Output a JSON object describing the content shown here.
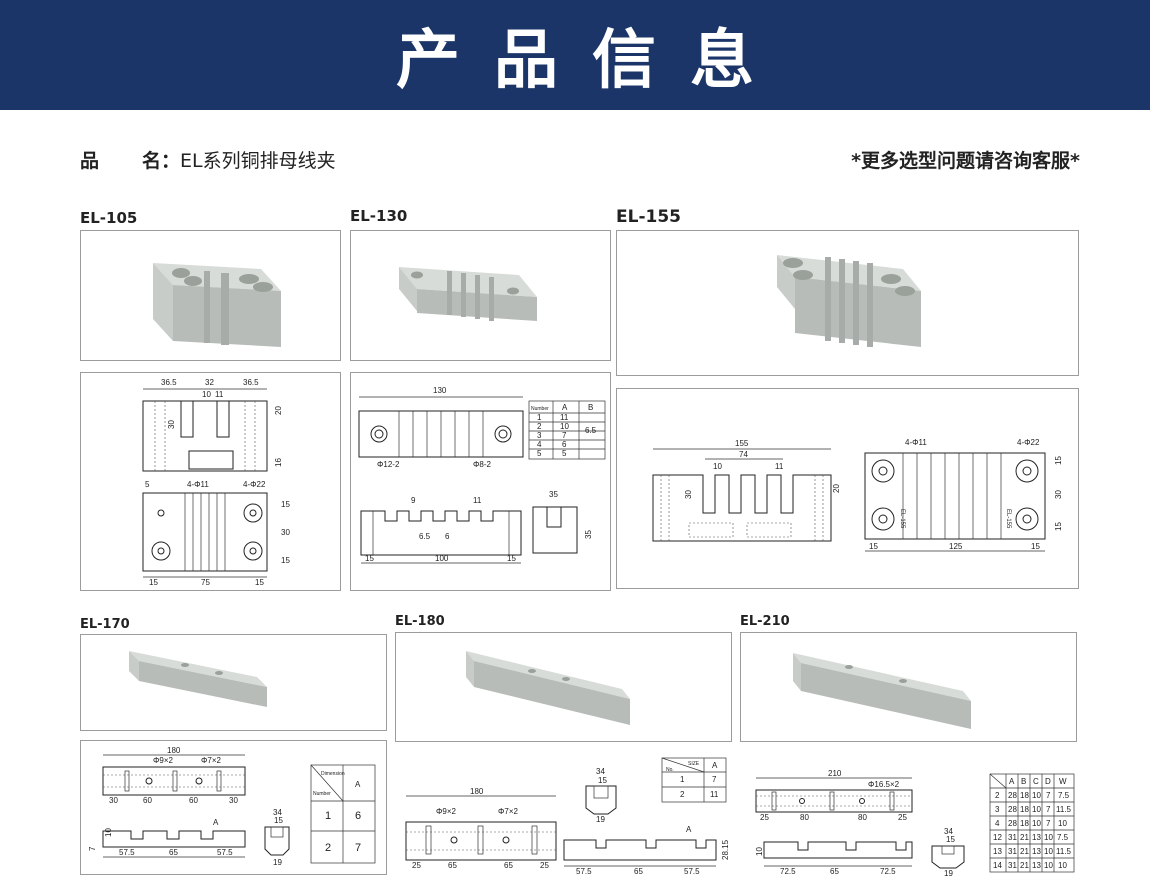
{
  "header": {
    "title": "产品信息"
  },
  "product": {
    "name_label_1": "品",
    "name_label_2": "名：",
    "name_value": "EL系列铜排母线夹",
    "note": "*更多选型问题请咨询客服*"
  },
  "models": {
    "m1": "EL-105",
    "m2": "EL-130",
    "m3": "EL-155",
    "m4": "EL-170",
    "m5": "EL-180",
    "m6": "EL-210"
  },
  "el105": {
    "d1": "36.5",
    "d2": "32",
    "d3": "36.5",
    "d4": "10",
    "d5": "11",
    "d6": "30",
    "d7": "20",
    "d8": "16",
    "d9": "5",
    "h1": "4-Φ11",
    "h2": "4-Φ22",
    "d10": "15",
    "d11": "15",
    "d12": "30",
    "d13": "15",
    "d14": "15",
    "d15": "75",
    "d16": "15"
  },
  "el130": {
    "d1": "130",
    "h1": "Φ12-2",
    "h2": "Φ8-2",
    "d2": "9",
    "d3": "11",
    "d4": "6.5",
    "d5": "6",
    "d6": "15",
    "d7": "100",
    "d8": "15",
    "d9": "35",
    "d10": "35",
    "table": {
      "h0": "Number",
      "h1": "A",
      "h2": "B",
      "rows": [
        [
          "1",
          "11",
          ""
        ],
        [
          "2",
          "10",
          "6.5"
        ],
        [
          "3",
          "7",
          ""
        ],
        [
          "4",
          "6",
          ""
        ],
        [
          "5",
          "5",
          ""
        ]
      ]
    }
  },
  "el155": {
    "d1": "155",
    "d2": "74",
    "d3": "10",
    "d4": "11",
    "d5": "30",
    "d6": "20",
    "h1": "4-Φ11",
    "h2": "4-Φ22",
    "t1": "EL-155",
    "t2": "EL-155",
    "d7": "15",
    "d8": "30",
    "d9": "15",
    "d10": "15",
    "d11": "125",
    "d12": "15"
  },
  "el170": {
    "d1": "180",
    "h1": "Φ9×2",
    "h2": "Φ7×2",
    "d2": "30",
    "d3": "60",
    "d4": "60",
    "d5": "30",
    "d6": "10",
    "d7": "7",
    "d8": "A",
    "d9": "57.5",
    "d10": "65",
    "d11": "57.5",
    "d12": "34",
    "d13": "15",
    "d14": "19",
    "table": {
      "h0": "Dimension",
      "h0b": "Number",
      "h1": "A",
      "rows": [
        [
          "1",
          "6"
        ],
        [
          "2",
          "7"
        ]
      ]
    }
  },
  "el180": {
    "d1": "180",
    "h1": "Φ9×2",
    "h2": "Φ7×2",
    "d2": "25",
    "d3": "65",
    "d4": "65",
    "d5": "25",
    "d6": "34",
    "d7": "15",
    "d8": "19",
    "d9": "A",
    "d10": "28.15",
    "d11": "57.5",
    "d12": "65",
    "d13": "57.5",
    "table": {
      "h0": "SIZE",
      "h0b": "No.",
      "h1": "A",
      "rows": [
        [
          "1",
          "7"
        ],
        [
          "2",
          "11"
        ]
      ]
    }
  },
  "el210": {
    "d1": "210",
    "h1": "Φ16.5×2",
    "d2": "25",
    "d3": "80",
    "d4": "80",
    "d5": "25",
    "d6": "10",
    "d7": "72.5",
    "d8": "65",
    "d9": "72.5",
    "d10": "34",
    "d11": "15",
    "d12": "19",
    "table": {
      "headers": [
        "",
        "A",
        "B",
        "C",
        "D",
        "W"
      ],
      "rows": [
        [
          "2",
          "28",
          "18",
          "10",
          "7",
          "7.5"
        ],
        [
          "3",
          "28",
          "18",
          "10",
          "7",
          "11.5"
        ],
        [
          "4",
          "28",
          "18",
          "10",
          "7",
          "10"
        ],
        [
          "12",
          "31",
          "21",
          "13",
          "10",
          "7.5"
        ],
        [
          "13",
          "31",
          "21",
          "13",
          "10",
          "11.5"
        ],
        [
          "14",
          "31",
          "21",
          "13",
          "10",
          "10"
        ]
      ]
    }
  }
}
